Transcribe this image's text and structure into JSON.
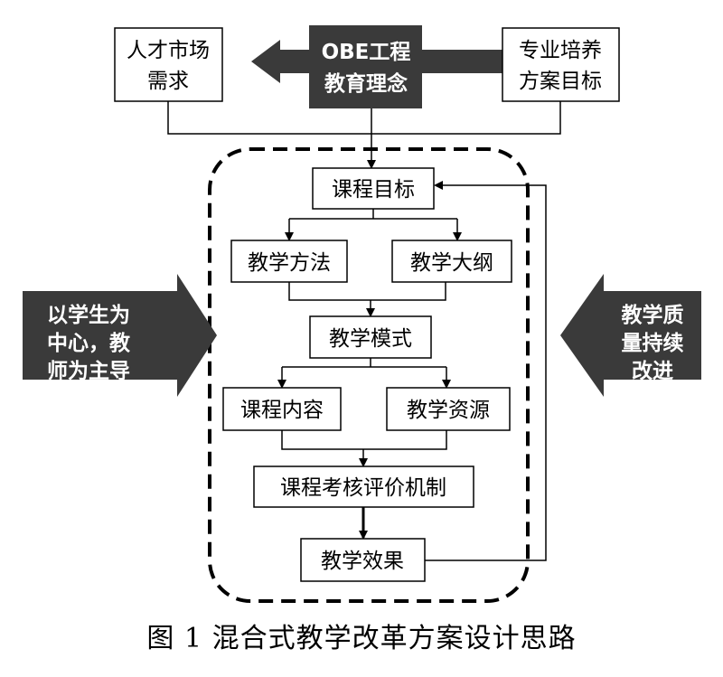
{
  "top": {
    "left_box": [
      "人才市场",
      "需求"
    ],
    "center_box": [
      "OBE工程",
      "教育理念"
    ],
    "right_box": [
      "专业培养",
      "方案目标"
    ]
  },
  "side": {
    "left_arrow": [
      "以学生为",
      "中心，教",
      "师为主导"
    ],
    "right_arrow": [
      "教学质",
      "量持续",
      "改进"
    ]
  },
  "flow": {
    "course_goal": "课程目标",
    "method": "教学方法",
    "syllabus": "教学大纲",
    "mode": "教学模式",
    "content": "课程内容",
    "resources": "教学资源",
    "assessment": "课程考核评价机制",
    "effect": "教学效果"
  },
  "caption": "图 1  混合式教学改革方案设计思路"
}
